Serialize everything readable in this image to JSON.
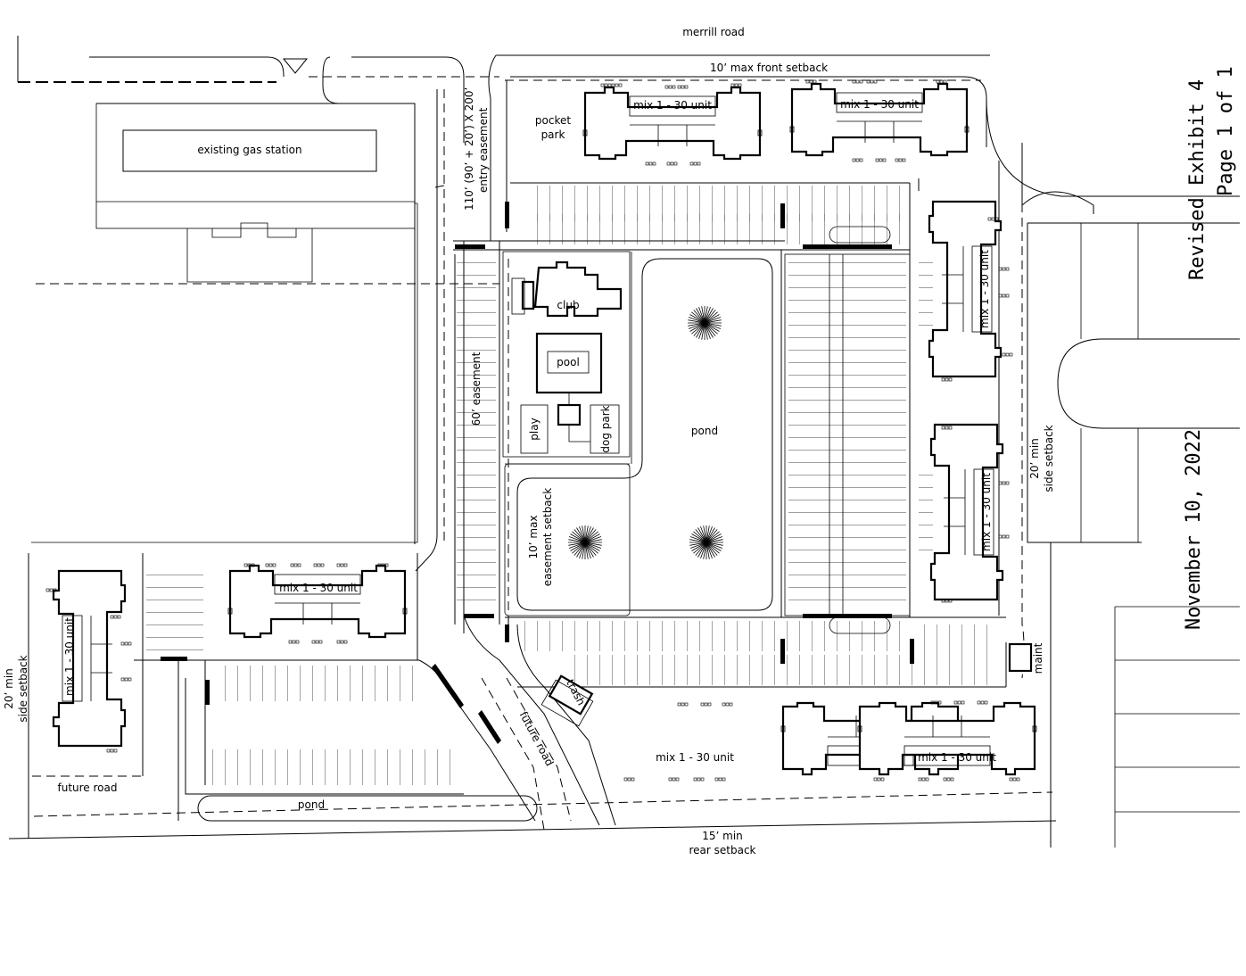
{
  "labels": {
    "merrill_road": "merrill road",
    "front_setback": "10’ max front setback",
    "gas_station": "existing gas station",
    "entry_easement_1": "110’ (90’ + 20’) X 200’",
    "entry_easement_2": "entry easement",
    "pocket_park_1": "pocket",
    "pocket_park_2": "park",
    "unit_label": "mix 1 - 30 unit",
    "club": "club",
    "pool": "pool",
    "play": "play",
    "dog_park": "dog park",
    "pond": "pond",
    "easement_60": "60’ easement",
    "easement_setback_1": "10’ max",
    "easement_setback_2": "easement setback",
    "side_setback_1": "20’ min",
    "side_setback_2": "side setback",
    "future_road": "future road",
    "trash": "trash",
    "maint": "maint",
    "rear_setback_1": "15’ min",
    "rear_setback_2": "rear setback",
    "exhibit": "Revised Exhibit 4",
    "page": "Page 1 of 1",
    "date": "November 10, 2022"
  }
}
